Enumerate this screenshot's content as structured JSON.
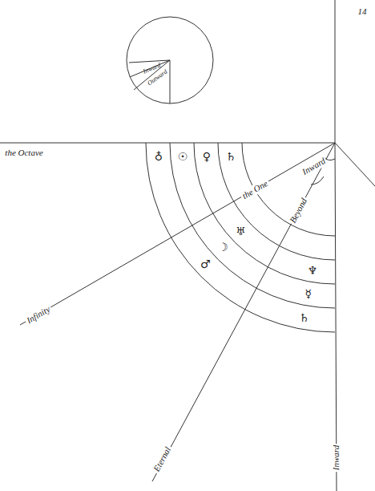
{
  "diagram": {
    "nodes": [
      {
        "text": [
          "Inward",
          "Outward"
        ]
      }
    ],
    "labels": [
      "14",
      "the Octave",
      "♁",
      "☉",
      "♀",
      "♄",
      "♂",
      "☽",
      "♅",
      "♄",
      "☿",
      "♆",
      "the One",
      "Inward",
      "Beyond",
      "Infinity",
      "Eternal",
      "Inward"
    ]
  }
}
